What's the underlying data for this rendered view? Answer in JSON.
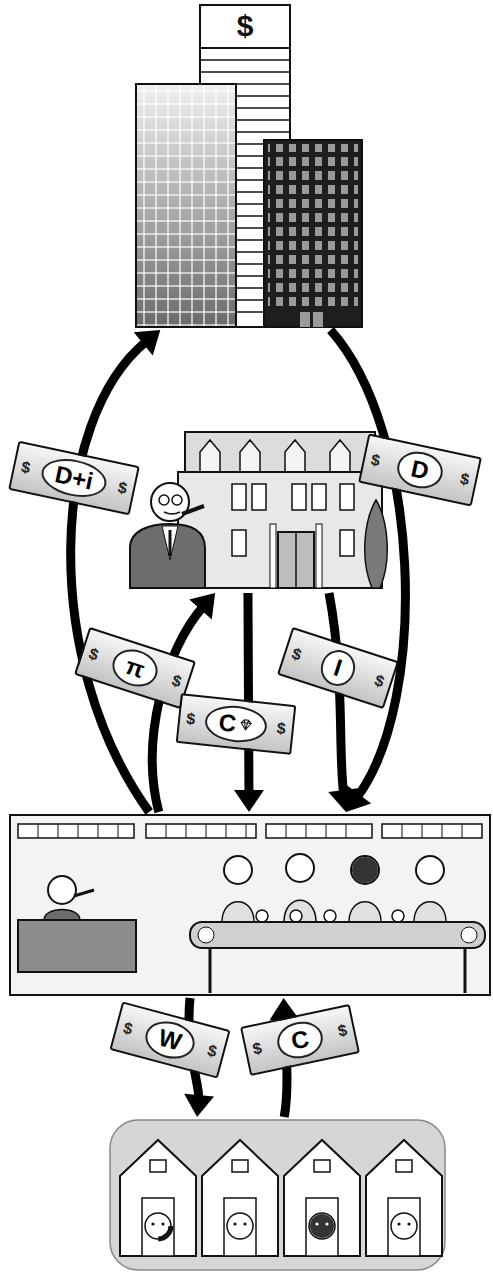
{
  "diagram": {
    "nodes": [
      {
        "text": [
          "$"
        ]
      },
      {
        "text": []
      },
      {
        "text": []
      },
      {
        "text": []
      }
    ],
    "edges": [
      {
        "from": 2,
        "to": 0,
        "arrow": "to",
        "label": "D+i"
      },
      {
        "from": 0,
        "to": 2,
        "arrow": "to",
        "label": "D"
      },
      {
        "from": 2,
        "to": 1,
        "arrow": "to",
        "label": "π"
      },
      {
        "from": 1,
        "to": 2,
        "arrow": "to",
        "label": "C"
      },
      {
        "from": 1,
        "to": 2,
        "arrow": "to",
        "label": "I"
      },
      {
        "from": 2,
        "to": 3,
        "arrow": "to",
        "label": "W"
      },
      {
        "from": 3,
        "to": 2,
        "arrow": "to",
        "label": "C"
      }
    ],
    "labels": [
      "$",
      "$",
      "$",
      "$",
      "$",
      "$",
      "$",
      "$",
      "$",
      "$",
      "$",
      "$",
      "$",
      "$",
      "$"
    ]
  }
}
